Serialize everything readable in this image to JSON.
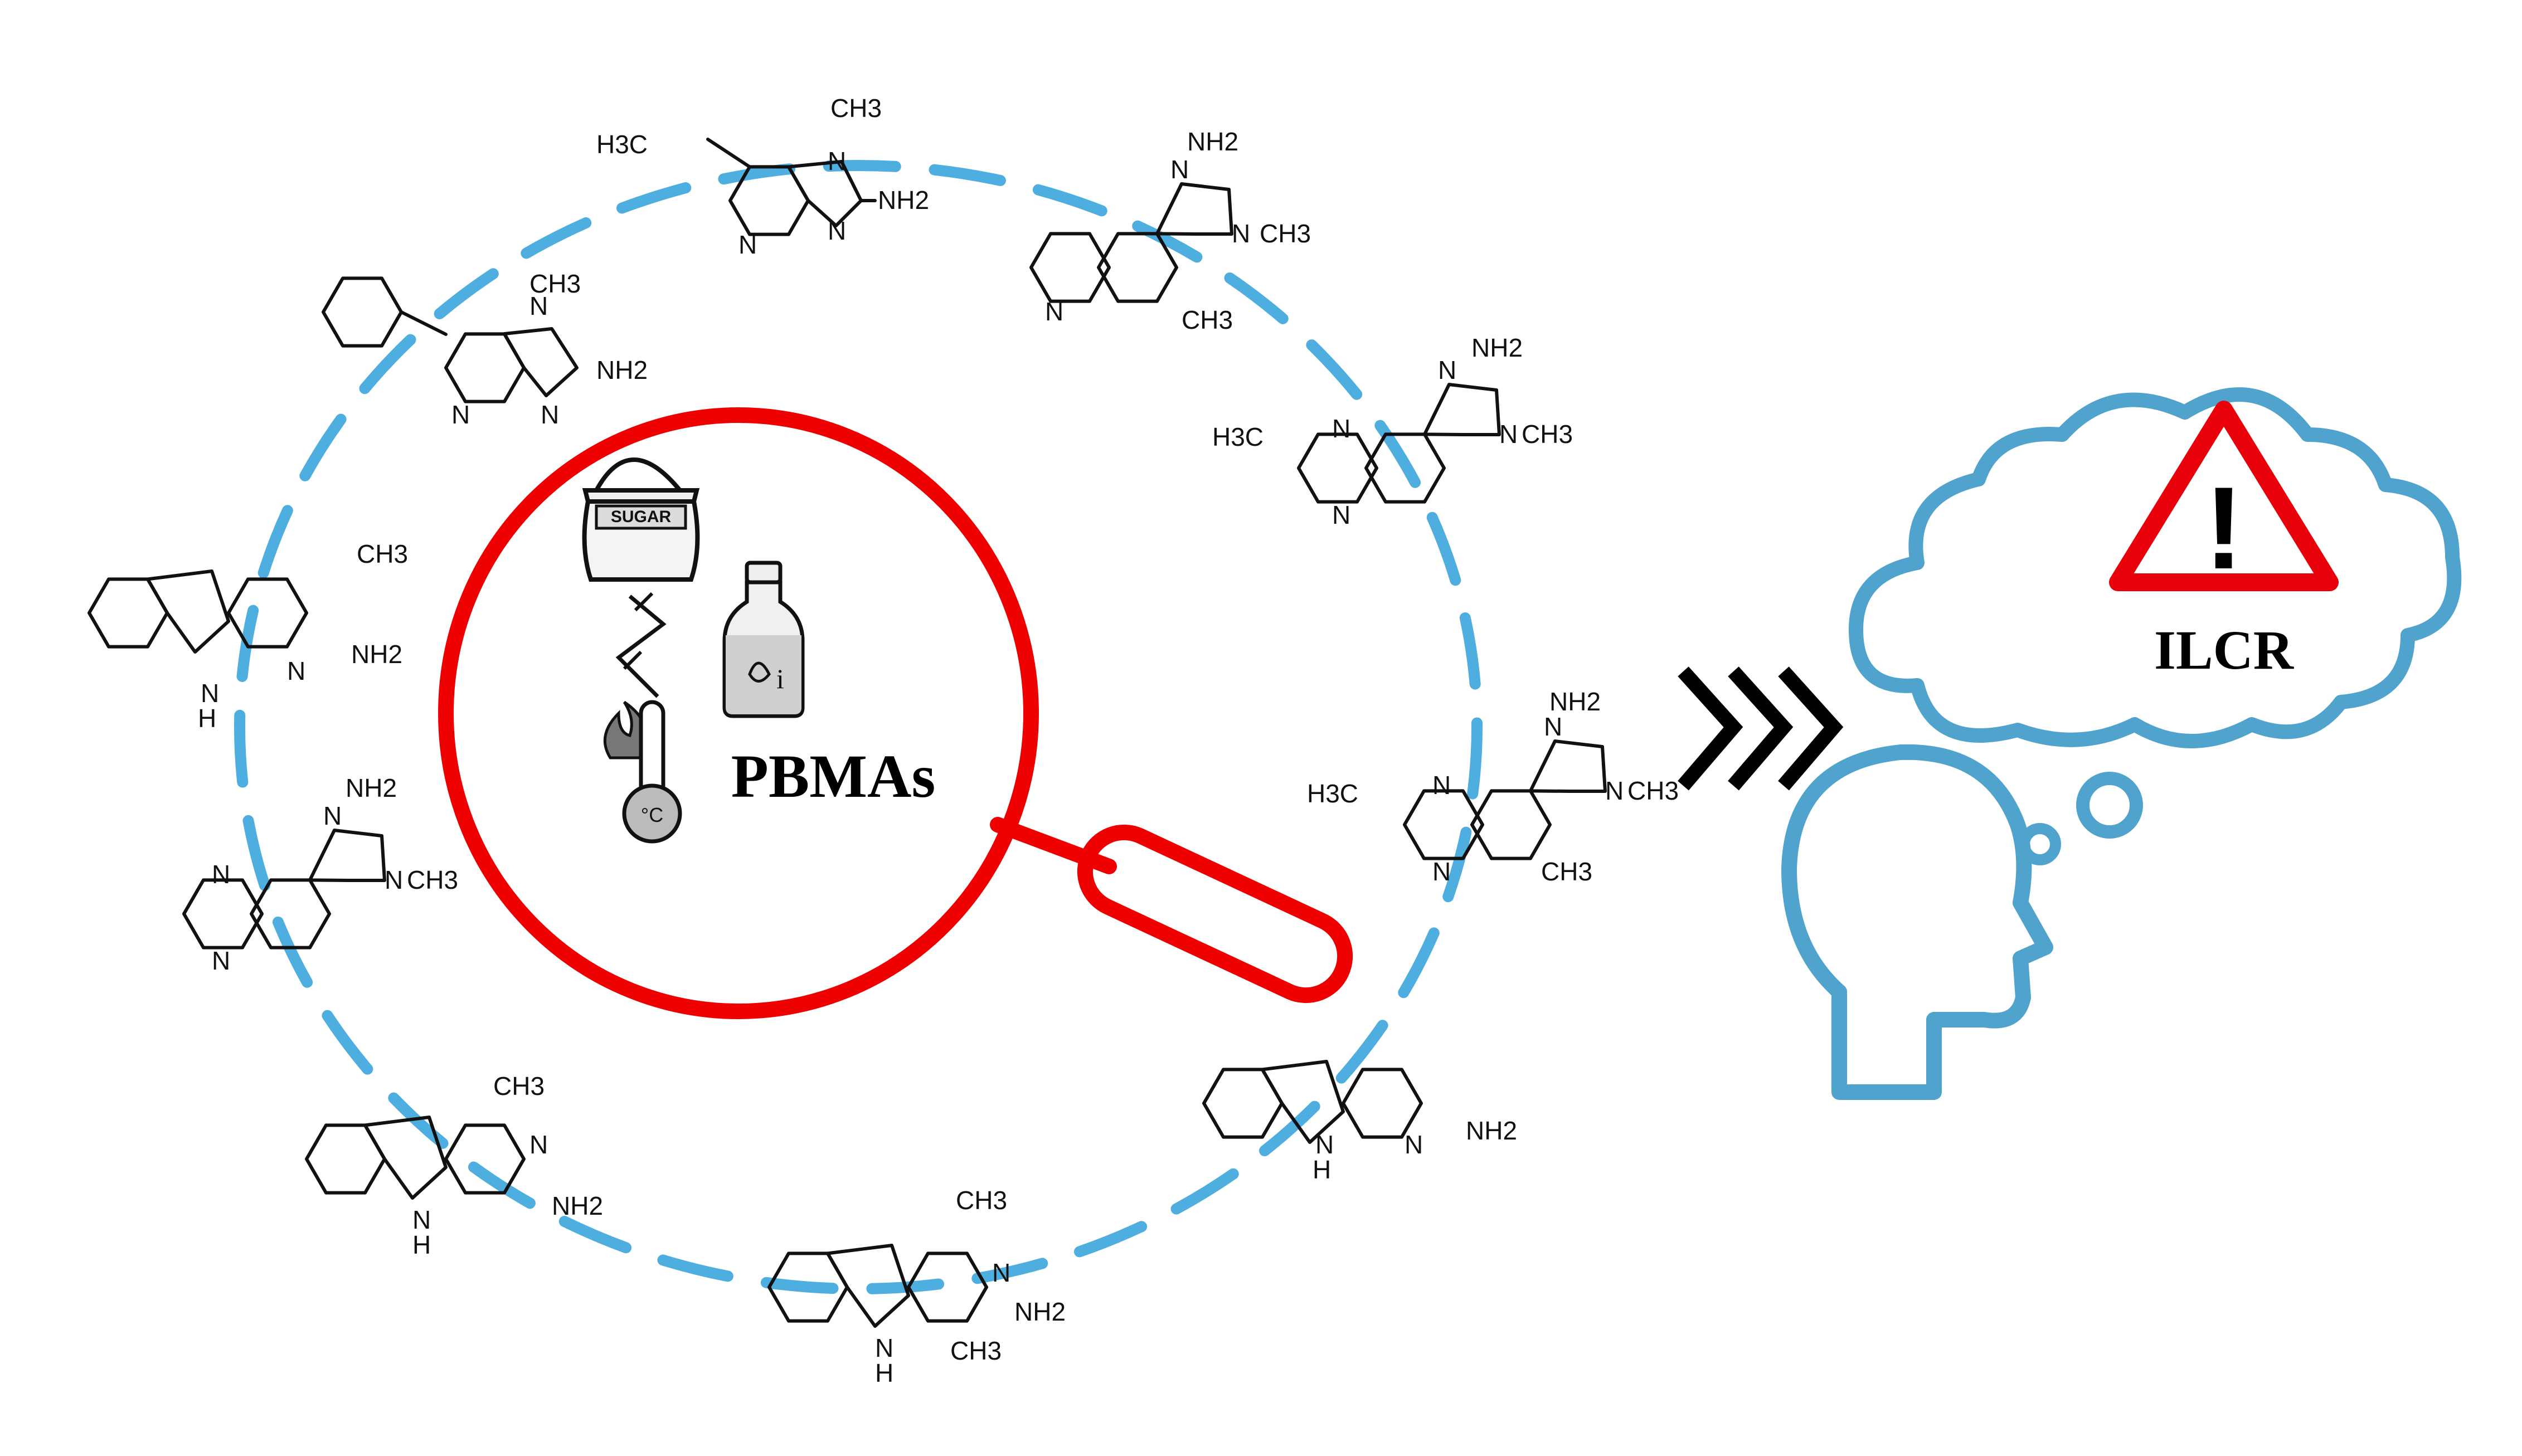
{
  "center_label": "PBMAs",
  "risk_label": "ILCR",
  "sugar_label": "SUGAR",
  "thermo_unit": "°C",
  "bottle_mark": "i",
  "arrow_glyph": "❯❯❯",
  "warning_glyph": "!",
  "atoms": {
    "ch3": "CH3",
    "h3c": "H3C",
    "nh2": "NH2",
    "n": "N",
    "nh": "H"
  },
  "colors": {
    "ring_dash": "#4eaee0",
    "magnifier": "#ee0000",
    "head_cloud": "#4fa3cc",
    "warning": "#e8000b",
    "ink": "#111111"
  },
  "icons": [
    "sugar-bag-icon",
    "hydrolysis-zigzag-icon",
    "thermometer-flame-icon",
    "milk-bottle-icon",
    "magnifier-icon",
    "thought-cloud-icon",
    "warning-triangle-icon",
    "head-silhouette-icon",
    "chevron-arrows-icon"
  ]
}
